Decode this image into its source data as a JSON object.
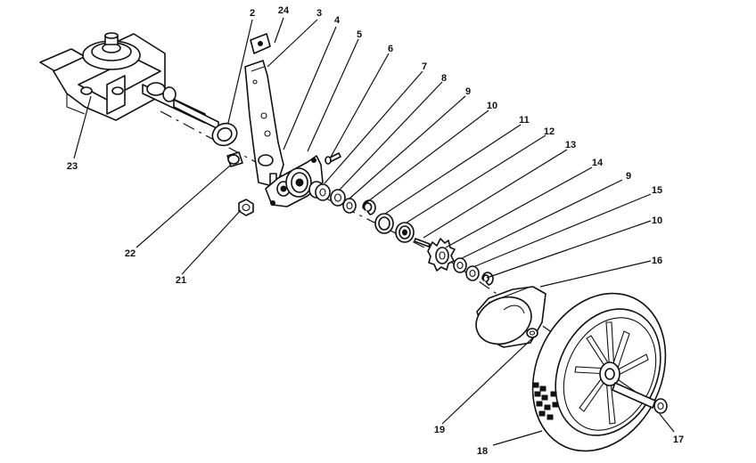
{
  "diagram": {
    "callouts": {
      "c2": "2",
      "c24": "24",
      "c3": "3",
      "c4": "4",
      "c5": "5",
      "c6": "6",
      "c7": "7",
      "c8": "8",
      "c9a": "9",
      "c10a": "10",
      "c11": "11",
      "c12": "12",
      "c13": "13",
      "c14": "14",
      "c9b": "9",
      "c15": "15",
      "c10b": "10",
      "c16": "16",
      "c17": "17",
      "c18": "18",
      "c19": "19",
      "c21": "21",
      "c22": "22",
      "c23": "23"
    }
  }
}
